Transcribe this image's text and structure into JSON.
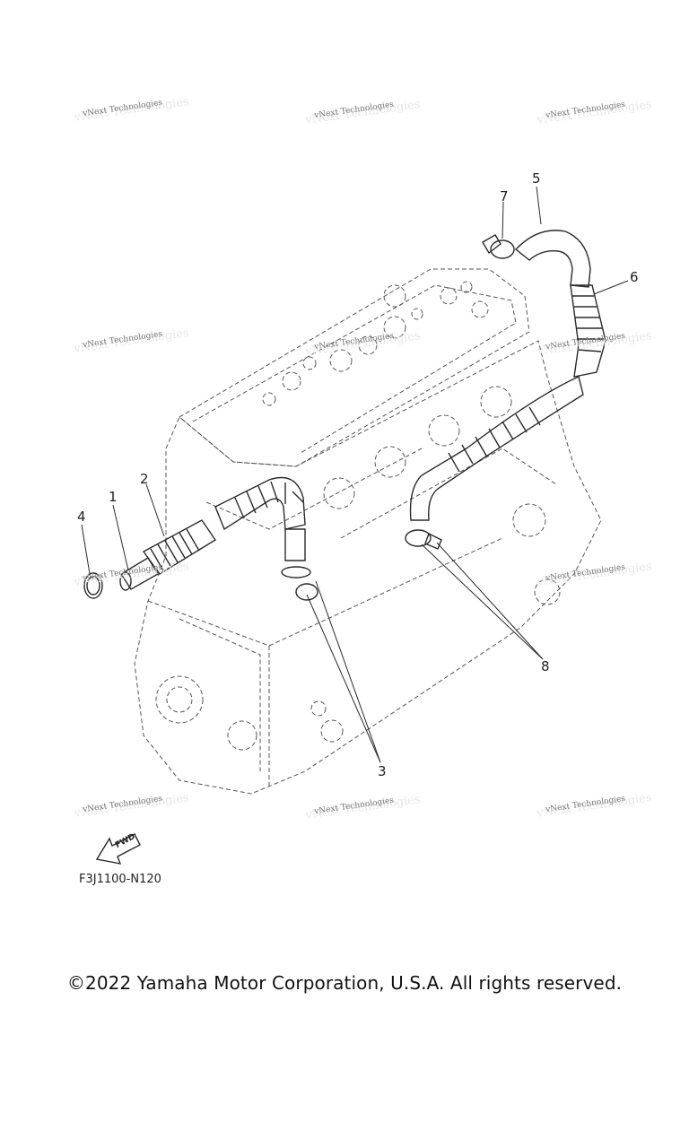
{
  "diagram": {
    "part_labels": [
      "1",
      "2",
      "3",
      "4",
      "5",
      "6",
      "7",
      "8"
    ],
    "watermark": "vNext Technologies",
    "fwd_label": "FWD",
    "reference_code": "F3J1100-N120"
  },
  "footer": {
    "copyright": "©2022 Yamaha Motor Corporation, U.S.A. All rights reserved."
  },
  "colors": {
    "line": "#2a2a2a",
    "dashed": "#555555",
    "background": "#ffffff"
  }
}
